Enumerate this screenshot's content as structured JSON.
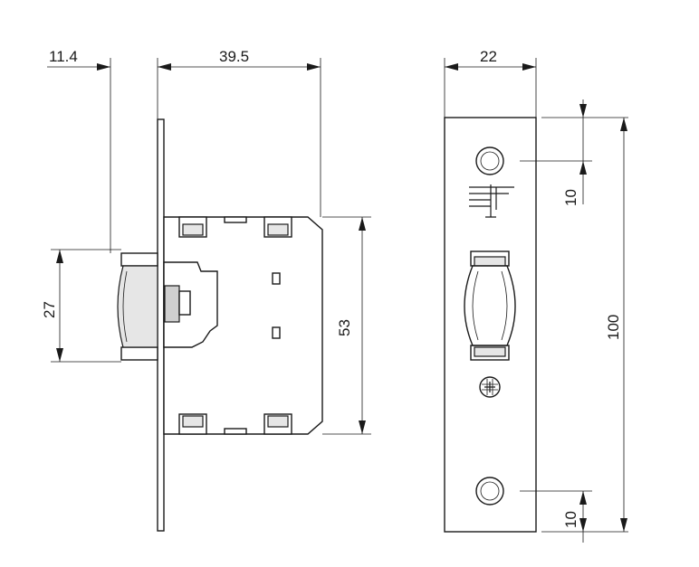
{
  "drawing": {
    "side_view": {
      "dims": {
        "faceplate_offset": "11.4",
        "body_depth": "39.5",
        "latch_height": "27",
        "body_height": "53"
      }
    },
    "front_view": {
      "dims": {
        "plate_width": "22",
        "hole_offset_top": "10",
        "plate_height": "100",
        "hole_offset_bottom": "10"
      },
      "logo": "brand-logo-ff"
    }
  }
}
